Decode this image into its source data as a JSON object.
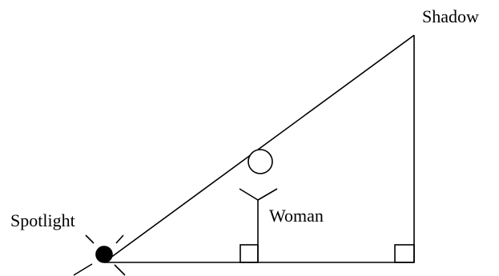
{
  "labels": {
    "shadow": "Shadow",
    "woman": "Woman",
    "spotlight": "Spotlight"
  },
  "colors": {
    "stroke": "#000000",
    "background": "#ffffff",
    "spotlight_fill": "#000000"
  },
  "markers": {
    "right_angles": 2,
    "light_source_icon": "filled-circle-with-rays",
    "figure_icon": "stick-figure"
  }
}
